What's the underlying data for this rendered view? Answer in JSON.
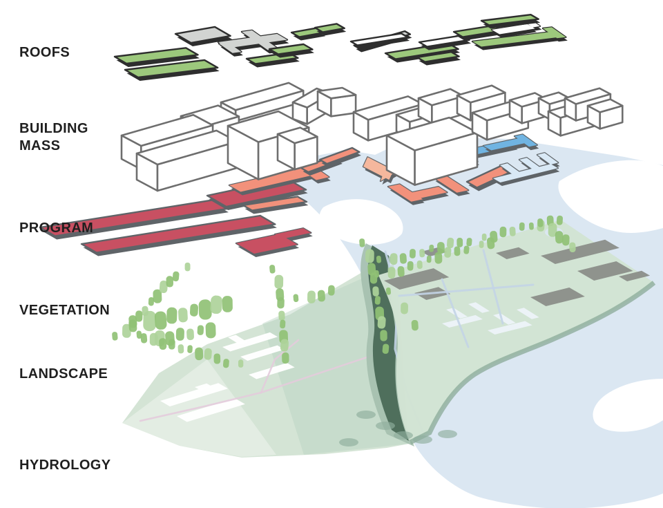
{
  "layers": [
    {
      "id": "roofs",
      "label": "ROOFS"
    },
    {
      "id": "building-mass",
      "label": "BUILDING MASS"
    },
    {
      "id": "program",
      "label": "PROGRAM"
    },
    {
      "id": "vegetation",
      "label": "VEGETATION"
    },
    {
      "id": "landscape",
      "label": "LANDSCAPE"
    },
    {
      "id": "hydrology",
      "label": "HYDROLOGY"
    }
  ],
  "colors": {
    "label_text": "#1f1f1f",
    "outline_dark": "#2e2e2e",
    "roof_green": "#9cc87c",
    "roof_gray": "#d2d4d2",
    "roof_white": "#ffffff",
    "building_fill": "#ffffff",
    "building_outline": "#6e6e6e",
    "slab_edge": "#5f6468",
    "program_red": "#c85062",
    "program_salmon": "#f2917b",
    "program_pink": "#f5b79d",
    "program_blue": "#70b4e2",
    "program_pale_blue": "#d9e9f6",
    "tree_green": "#90c175",
    "tree_green_light": "#aed29a",
    "landscape_green": "#d2e3d3",
    "landscape_shade": "#b9d3c2",
    "footprint_gray": "#8b8e89",
    "river_dark": "#4f6f5c",
    "river_bank": "#a4bfae",
    "shore_sage": "#8fae9c",
    "water_blue": "#dbe7f2",
    "path_pink": "#e3cbdc",
    "path_blue": "#c3d4e5",
    "cutout_white": "#ffffff",
    "cutout_pale": "#ecf3f8"
  }
}
